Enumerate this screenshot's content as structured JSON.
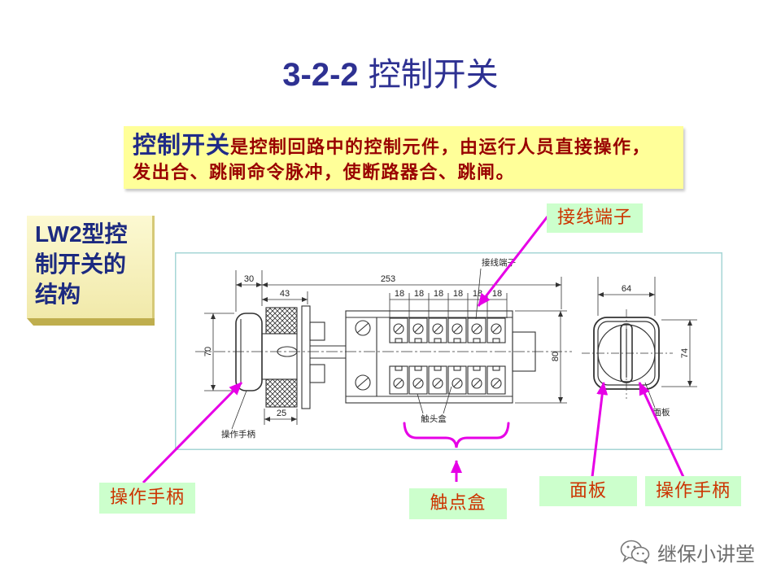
{
  "slide": {
    "title_number": "3-2-2",
    "title_text": "控制开关"
  },
  "definition": {
    "term": "控制开关",
    "line1_rest": "是控制回路中的控制元件，由运行人员直接操作，",
    "line2": "发出合、跳闸命令脉冲，使断路器合、跳闸。"
  },
  "section_label": {
    "lines": [
      "LW2型控",
      "制开关的",
      "结构"
    ]
  },
  "drawing": {
    "dimensions": {
      "side_top_left": "30",
      "side_top_span": "253",
      "side_second_row": "43",
      "contact_pitch": [
        "18",
        "18",
        "18",
        "18",
        "18",
        "18"
      ],
      "side_bottom": "25",
      "side_left_vertical": "70",
      "side_right_vertical": "80",
      "front_top": "64",
      "front_right_vertical": "74"
    },
    "labels": {
      "terminal": "接线端子",
      "contact_box": "触头盒",
      "handle": "操作手柄",
      "panel": "面板"
    }
  },
  "callouts": {
    "terminal": "接线端子",
    "handle_left": "操作手柄",
    "contact_box": "触点盒",
    "panel": "面板",
    "handle_right": "操作手柄"
  },
  "watermark": {
    "icon": "wechat-icon",
    "text": "继保小讲堂"
  },
  "colors": {
    "title": "#2e3192",
    "term": "#1f2a88",
    "definition_text": "#990000",
    "definition_bg": "#ffff99",
    "section_text": "#1c2a80",
    "section_bg": "#f1e9aa",
    "callout_bg": "#ccffcc",
    "callout_text": "#cc3300",
    "arrow": "#e600e6",
    "drawing_border": "#a6d6d6",
    "watermark_text": "#6e6e6e"
  }
}
